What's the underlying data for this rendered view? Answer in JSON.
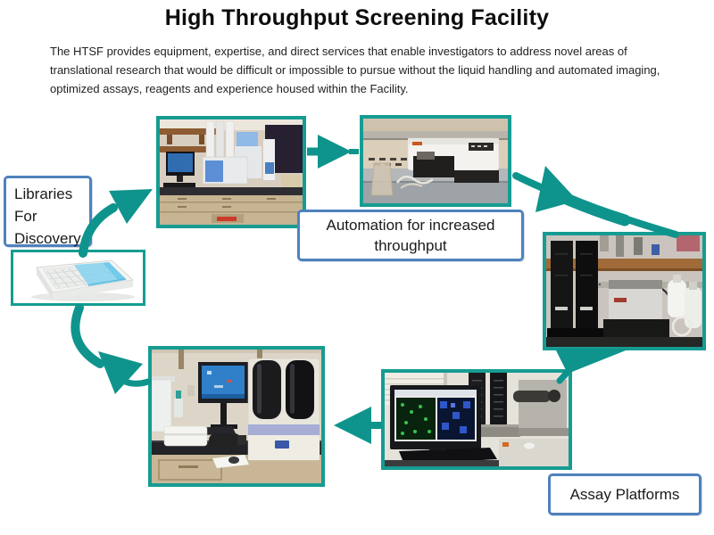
{
  "slide": {
    "title": "High Throughput Screening Facility",
    "intro": "The HTSF provides equipment, expertise, and direct services that enable investigators to address novel areas of translational research that would be difficult or impossible to pursue without the liquid handling and automated imaging, optimized assays, reagents and experience housed within the Facility."
  },
  "labels": {
    "libraries_lines": [
      "Libraries",
      "For",
      "Discovery"
    ],
    "automation": "Automation for increased throughput",
    "assay": "Assay Platforms"
  },
  "diagram": {
    "type": "cycle",
    "labeled_nodes": [
      "Libraries For Discovery",
      "Automation for increased throughput",
      "Assay Platforms"
    ]
  },
  "colors": {
    "arrow_teal": "#0E948C",
    "photo_border_teal": "#169C92",
    "label_box_border_blue": "#4F81BD",
    "text": "#1A1A1A",
    "background": "#FFFFFF"
  }
}
